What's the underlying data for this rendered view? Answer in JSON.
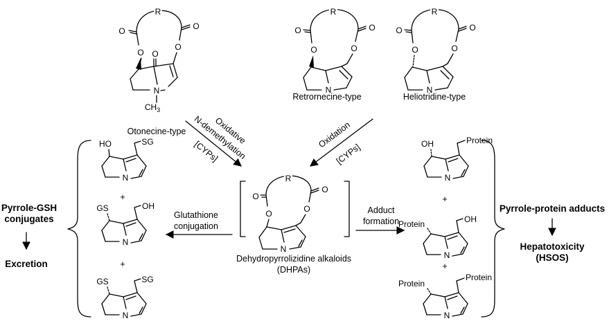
{
  "types": {
    "otonecine": "Otonecine-type",
    "retronecine": "Retrornecine-type",
    "heliotridine": "Heliotridine-type"
  },
  "arrows": {
    "oxidative": "Oxidative",
    "n_demethylation": "N-demethylation",
    "cyps": "[CYPs]",
    "oxidation": "Oxidation",
    "glutathione": "Glutathione",
    "conjugation": "conjugation",
    "adduct": "Adduct",
    "formation": "formation"
  },
  "center": {
    "name": "Dehydropyrrolizidine alkaloids",
    "abbr": "(DHPAs)"
  },
  "left": {
    "title_line1": "Pyrrole-GSH",
    "title_line2": "conjugates",
    "outcome": "Excretion"
  },
  "right": {
    "title": "Pyrrole-protein adducts",
    "outcome_line1": "Hepatotoxicity",
    "outcome_line2": "(HSOS)"
  },
  "atoms": {
    "R": "R",
    "O": "O",
    "N": "N",
    "CH": "CH",
    "three": "3",
    "HO": "HO",
    "OH": "OH",
    "SG": "SG",
    "GS": "GS",
    "Protein": "Protein",
    "plus": "+"
  }
}
